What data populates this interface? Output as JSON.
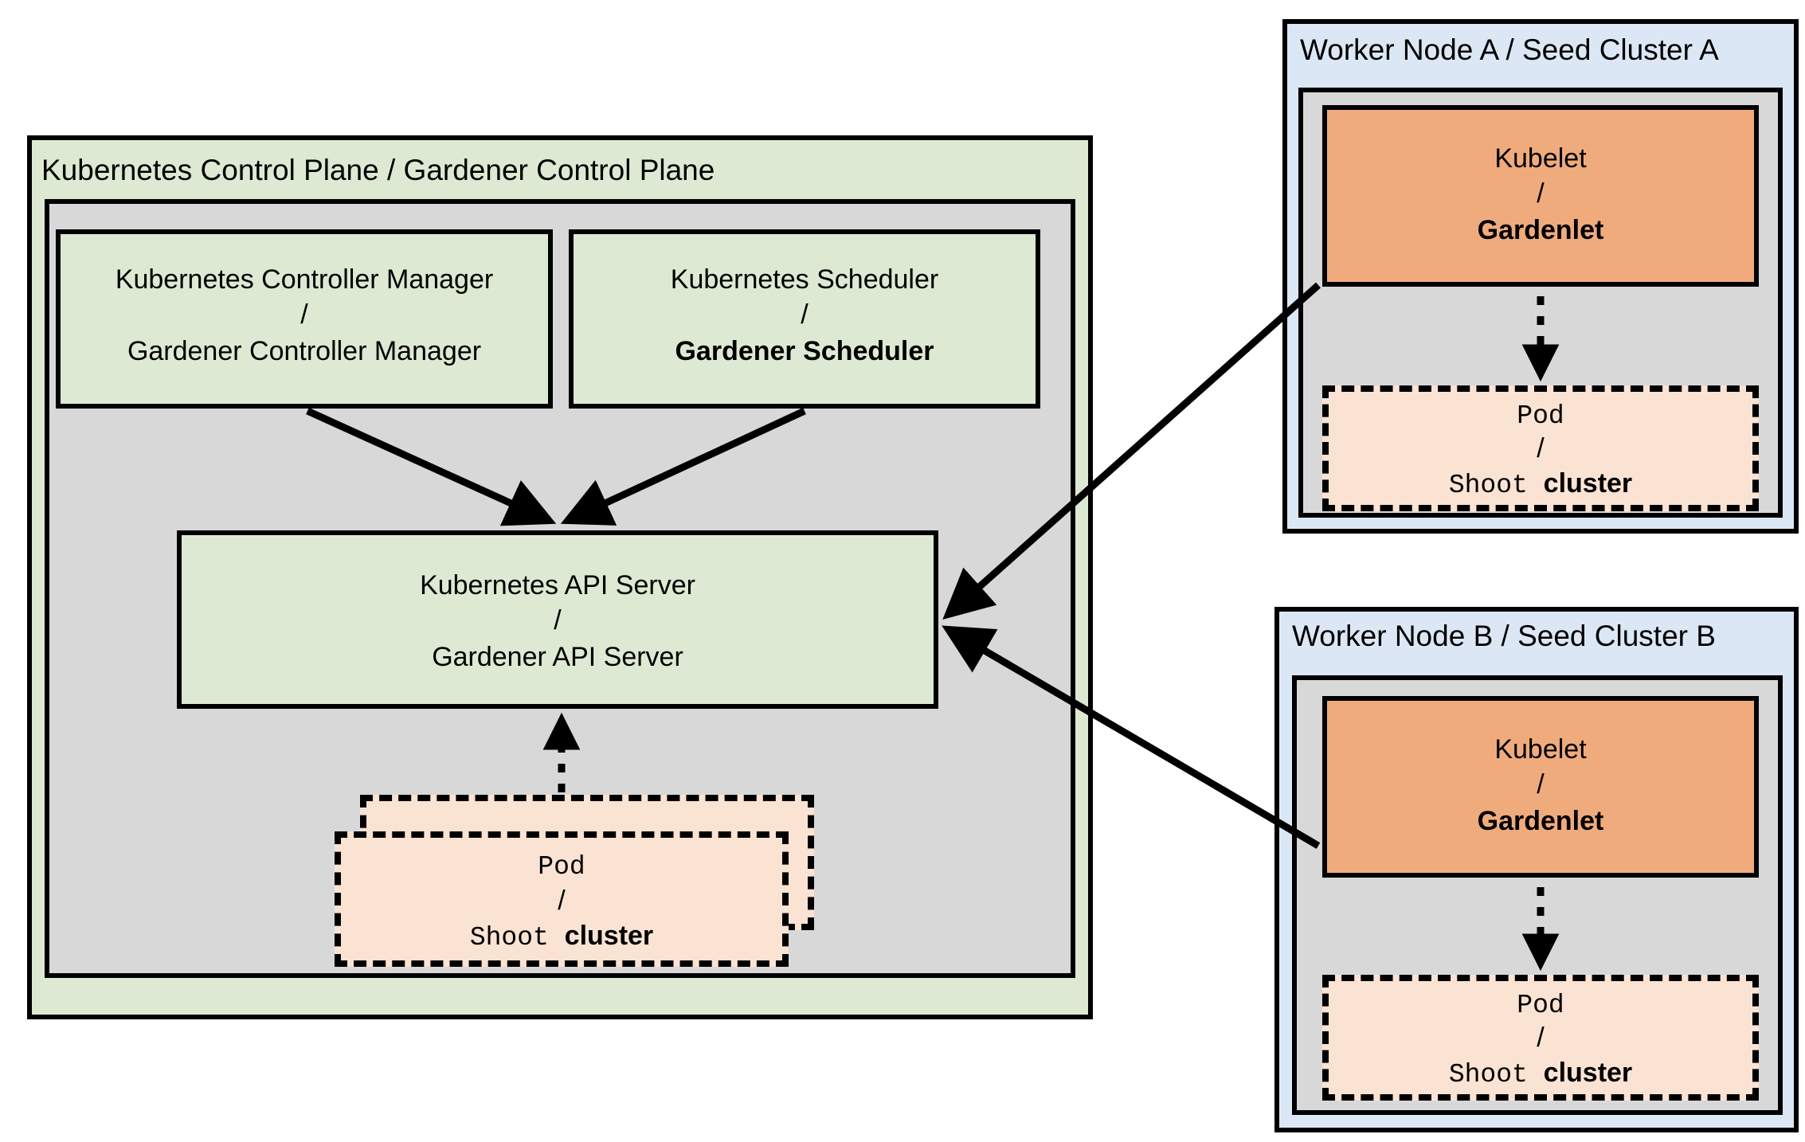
{
  "diagram": {
    "title_hidden": "Gardener architecture: control plane and seed clusters",
    "colors": {
      "green_fill": "#dde9d2",
      "grey_fill": "#d8d8d8",
      "blue_fill": "#dbe7f5",
      "orange_fill": "#f0ab7d",
      "peach_fill": "#fbe3d3",
      "stroke": "#000000"
    }
  },
  "control_plane": {
    "title": "Kubernetes Control Plane / Gardener Control Plane",
    "controller_manager": {
      "line1": "Kubernetes Controller Manager",
      "separator": "/",
      "line2": "Gardener Controller Manager"
    },
    "scheduler": {
      "line1": "Kubernetes Scheduler",
      "separator": "/",
      "line2": "Gardener Scheduler"
    },
    "api_server": {
      "line1": "Kubernetes API Server",
      "separator": "/",
      "line2": "Gardener API Server"
    },
    "pod": {
      "line1": "Pod",
      "separator": "/",
      "line2_mono": "Shoot",
      "line2_bold": "cluster"
    }
  },
  "seed_a": {
    "title": "Worker Node A / Seed Cluster A",
    "kubelet": {
      "line1": "Kubelet",
      "separator": "/",
      "line2": "Gardenlet"
    },
    "pod": {
      "line1": "Pod",
      "separator": "/",
      "line2_mono": "Shoot",
      "line2_bold": "cluster"
    }
  },
  "seed_b": {
    "title": "Worker Node B / Seed Cluster B",
    "kubelet": {
      "line1": "Kubelet",
      "separator": "/",
      "line2": "Gardenlet"
    },
    "pod": {
      "line1": "Pod",
      "separator": "/",
      "line2_mono": "Shoot",
      "line2_bold": "cluster"
    }
  }
}
